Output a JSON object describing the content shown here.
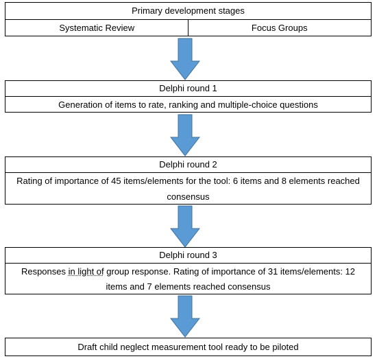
{
  "stage0": {
    "title": "Primary development stages",
    "left": "Systematic Review",
    "right": "Focus Groups"
  },
  "stage1": {
    "title": "Delphi round 1",
    "body": "Generation of items to rate, ranking and multiple-choice questions"
  },
  "stage2": {
    "title": "Delphi round 2",
    "body_line1": "Rating of importance of 45 items/elements for the tool: 6 items and 8 elements reached",
    "body_line2": "consensus"
  },
  "stage3": {
    "title": "Delphi round 3",
    "body_line1_a": "Responses ",
    "body_line1_b": "in light of",
    "body_line1_c": " group response. Rating of importance of 31 items/elements: 12",
    "body_line2": "items and 7 elements reached consensus"
  },
  "stage4": {
    "text": "Draft child neglect measurement tool ready to be piloted"
  },
  "colors": {
    "arrow_fill": "#5b9bd5",
    "arrow_stroke": "#41719c"
  }
}
